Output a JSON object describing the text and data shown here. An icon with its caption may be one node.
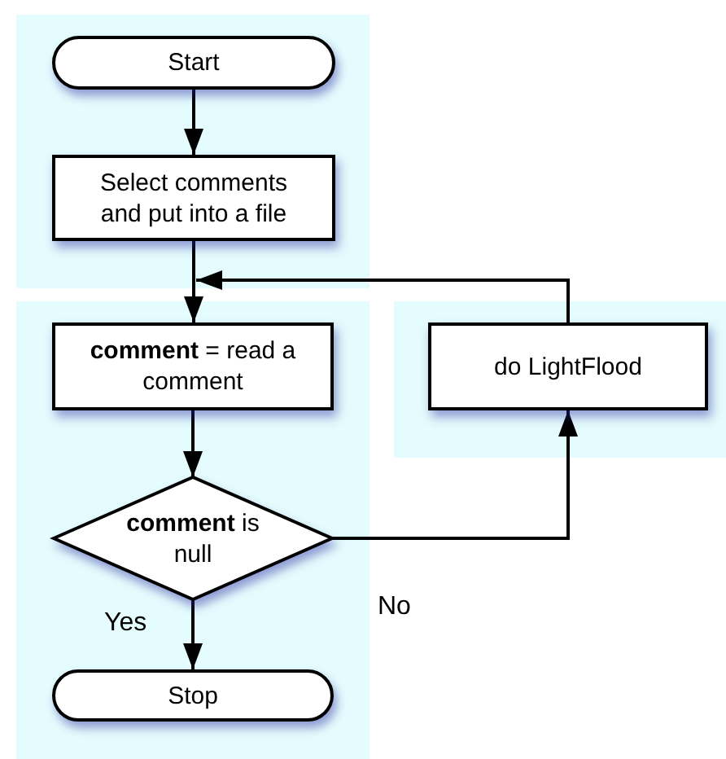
{
  "diagram": {
    "nodes": [
      {
        "text": [],
        "shape": "box"
      },
      {
        "text": [
          "Start"
        ],
        "in": 0
      },
      {
        "text": [
          "Select comments and put into a file"
        ],
        "in": 0
      },
      {
        "text": [],
        "shape": "box"
      },
      {
        "text": [
          "**comment** = read a comment"
        ],
        "in": 3
      },
      {
        "text": [
          "**comment** is null"
        ],
        "in": 3
      },
      {
        "text": [
          "Stop"
        ],
        "in": 3
      },
      {
        "text": [],
        "shape": "box"
      },
      {
        "text": [
          "do LightFlood"
        ],
        "in": 7
      }
    ],
    "edges": [
      {
        "from": 1,
        "to": 2,
        "arrow": "to"
      },
      {
        "from": 2,
        "to": 4,
        "arrow": "to"
      },
      {
        "from": 4,
        "to": 5,
        "arrow": "to"
      },
      {
        "from": 5,
        "to": 6,
        "arrow": "to",
        "label": "Yes"
      },
      {
        "from": 5,
        "to": 8,
        "arrow": "to",
        "label": "No"
      },
      {
        "from": 8,
        "to": 4,
        "arrow": "to"
      }
    ]
  }
}
